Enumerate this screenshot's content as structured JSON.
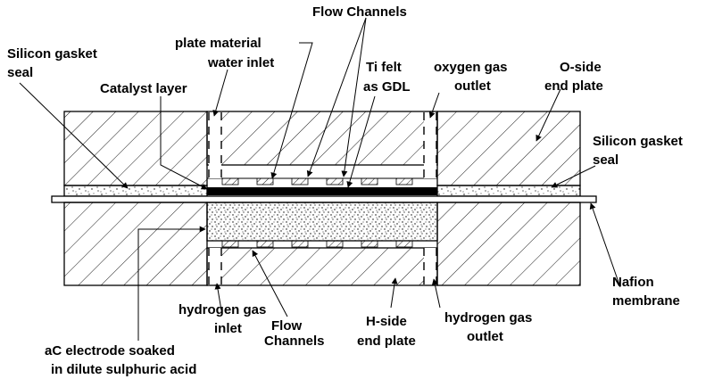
{
  "labels": {
    "flow_channels_top": "Flow Channels",
    "silicon_gasket_left_1": "Silicon gasket",
    "silicon_gasket_left_2": "seal",
    "plate_material": "plate material",
    "water_inlet": "water inlet",
    "catalyst_layer": "Catalyst layer",
    "ti_felt_1": "Ti felt",
    "ti_felt_2": "as GDL",
    "oxygen_outlet_1": "oxygen gas",
    "oxygen_outlet_2": "outlet",
    "o_side_1": "O-side",
    "o_side_2": "end plate",
    "silicon_gasket_right_1": "Silicon gasket",
    "silicon_gasket_right_2": "seal",
    "nafion_1": "Nafion",
    "nafion_2": "membrane",
    "hydrogen_inlet_1": "hydrogen gas",
    "hydrogen_inlet_2": "inlet",
    "flow_channels_bottom_1": "Flow",
    "flow_channels_bottom_2": "Channels",
    "h_side_1": "H-side",
    "h_side_2": "end plate",
    "hydrogen_outlet_1": "hydrogen gas",
    "hydrogen_outlet_2": "outlet",
    "ac_electrode_1": "aC electrode soaked",
    "ac_electrode_2": "in dilute sulphuric acid"
  },
  "colors": {
    "ink": "#000000",
    "background": "#ffffff",
    "hatch": "#1a1a1a"
  }
}
